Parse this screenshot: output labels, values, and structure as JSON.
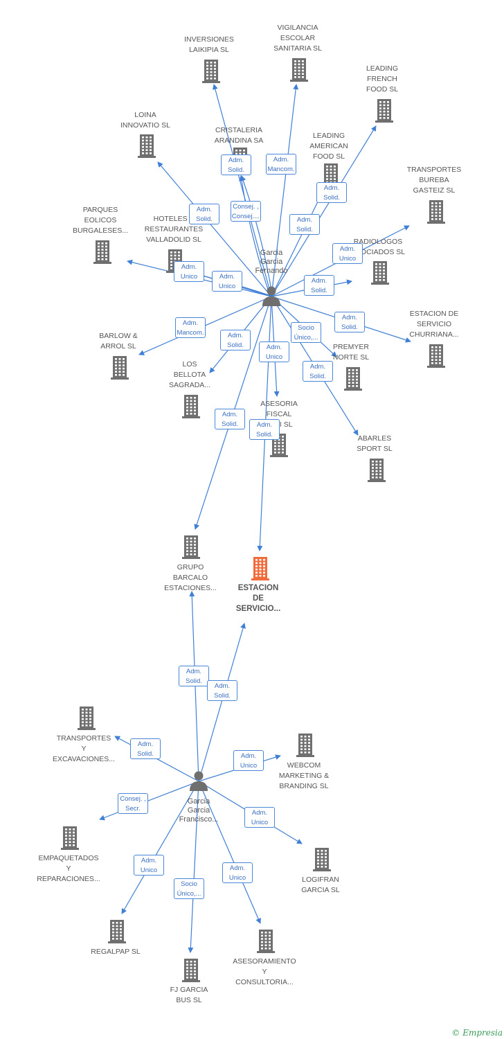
{
  "colors": {
    "edge": "#3f7fd6",
    "building": "#6f6f6f",
    "main_building": "#f26b3a",
    "person": "#6f6f6f",
    "label_border": "#4a86d8",
    "label_text": "#3a6fc0"
  },
  "center_company": "ESTACION\nDE\nSERVICIO...",
  "persons": [
    {
      "name": "Garcia\nGarcia\nFernando"
    },
    {
      "name": "Garcia\nGarcia\nFrancisco..."
    }
  ],
  "companies": [
    "INVERSIONES\nLAIKIPIA  SL",
    "VIGILANCIA\nESCOLAR\nSANITARIA SL",
    "LEADING\nFRENCH\nFOOD SL",
    "LOINA\nINNOVATIO SL",
    "CRISTALERIA\nARANDINA SA",
    "LEADING\nAMERICAN\nFOOD SL",
    "TRANSPORTES\nBUREBA\nGASTEIZ SL",
    "PARQUES\nEOLICOS\nBURGALESES...",
    "HOTELES Y\nRESTAURANTES\nVALLADOLID SL",
    "RADIOLOGOS\nASOCIADOS  SL",
    "ESTACION DE\nSERVICIO\nCHURRIANA...",
    "BARLOW &\nARROL SL",
    "LOS\nBELLOTA\nSAGRADA...",
    "PREMYER\nNORTE SL",
    "ASESORIA\nFISCAL\nESFI  SL",
    "ABARLES\nSPORT  SL",
    "GRUPO\nBARCALO\nESTACIONES...",
    "TRANSPORTES\nY\nEXCAVACIONES...",
    "WEBCOM\nMARKETING &\nBRANDING  SL",
    "EMPAQUETADOS\nY\nREPARACIONES...",
    "LOGIFRAN\nGARCIA SL",
    "REGALPAP SL",
    "FJ GARCIA\nBUS  SL",
    "ASESORAMIENTO\nY\nCONSULTORIA..."
  ],
  "relations": [
    "Adm.\nSolid.",
    "Adm.\nMancom.",
    "Adm.\nSolid.",
    "Consej. ,\nConsej....",
    "Adm.\nSolid.",
    "Adm.\nSolid.",
    "Adm.\nUnico",
    "Adm.\nUnico",
    "Adm.\nUnico",
    "Adm.\nSolid.",
    "Adm.\nSolid.",
    "Adm.\nMancom.",
    "Adm.\nSolid.",
    "Adm.\nUnico",
    "Socio\nÚnico,...",
    "Adm.\nSolid.",
    "Adm.\nSolid.",
    "Adm.\nSolid.",
    "Adm.\nSolid.",
    "Adm.\nSolid.",
    "Adm.\nSolid.",
    "Adm.\nUnico",
    "Consej. ,\nSecr.",
    "Adm.\nUnico",
    "Adm.\nUnico",
    "Socio\nÚnico,...",
    "Adm.\nUnico"
  ],
  "footer": {
    "copyright": "©",
    "brand": "Empresia"
  }
}
